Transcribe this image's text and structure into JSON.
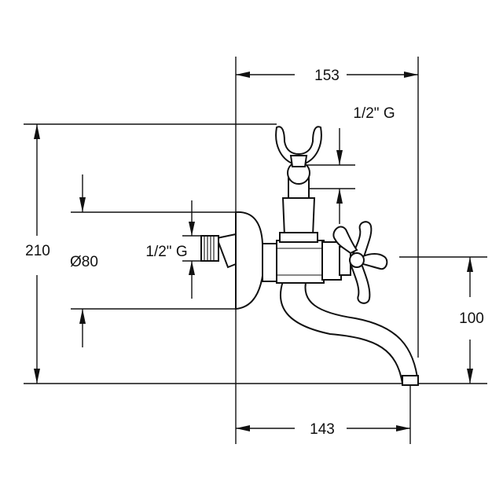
{
  "dimensions": {
    "top_width": "153",
    "bottom_width": "143",
    "total_height": "210",
    "spout_height": "100",
    "rosette_diameter": "Ø80",
    "inlet_thread": "1/2\" G",
    "outlet_thread": "1/2\" G"
  },
  "colors": {
    "ink": "#111111",
    "background": "#ffffff"
  }
}
